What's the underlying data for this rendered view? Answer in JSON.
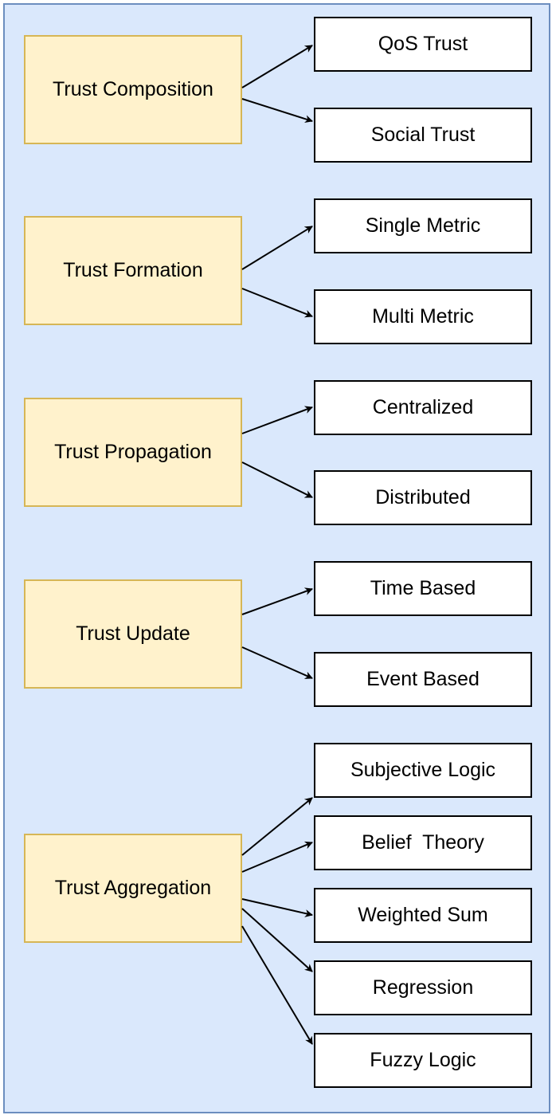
{
  "colors": {
    "background": "#dae8fc",
    "frame_border": "#6c8ebf",
    "category_fill": "#fff2cc",
    "category_border": "#d6b656",
    "leaf_fill": "#ffffff",
    "leaf_border": "#000000",
    "arrow": "#000000"
  },
  "categories": [
    {
      "id": "composition",
      "label": "Trust Composition",
      "children": [
        "QoS Trust",
        "Social Trust"
      ]
    },
    {
      "id": "formation",
      "label": "Trust Formation",
      "children": [
        "Single Metric",
        "Multi Metric"
      ]
    },
    {
      "id": "propagation",
      "label": "Trust Propagation",
      "children": [
        "Centralized",
        "Distributed"
      ]
    },
    {
      "id": "update",
      "label": "Trust Update",
      "children": [
        "Time Based",
        "Event Based"
      ]
    },
    {
      "id": "aggregation",
      "label": "Trust Aggregation",
      "children": [
        "Subjective Logic",
        "Belief  Theory",
        "Weighted Sum",
        "Regression",
        "Fuzzy Logic"
      ]
    }
  ]
}
